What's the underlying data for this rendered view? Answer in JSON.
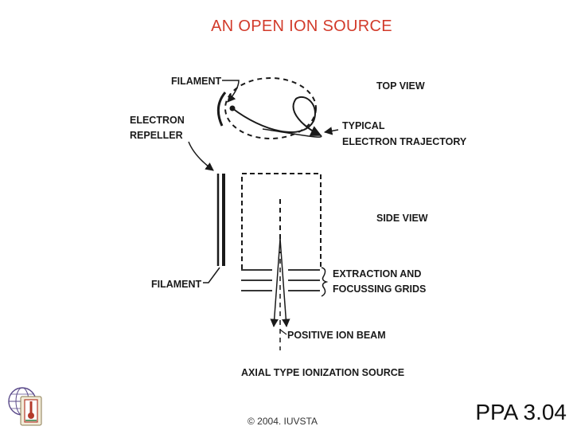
{
  "title": "AN OPEN ION SOURCE",
  "diagram": {
    "labels": {
      "filament_top": "FILAMENT",
      "top_view": "TOP VIEW",
      "electron": "ELECTRON",
      "repeller": "REPELLER",
      "typical": "TYPICAL",
      "electron_trajectory": "ELECTRON TRAJECTORY",
      "side_view": "SIDE VIEW",
      "extraction_and": "EXTRACTION AND",
      "focussing_grids": "FOCUSSING GRIDS",
      "filament_bottom": "FILAMENT",
      "positive_ion_beam": "POSITIVE ION BEAM",
      "caption": "AXIAL TYPE IONIZATION SOURCE"
    }
  },
  "footer": {
    "copyright": "© 2004. IUVSTA",
    "slide_number": "PPA 3.04"
  },
  "colors": {
    "title": "#d23a2a",
    "line": "#1a1a1a"
  },
  "logo": {
    "icon": "iuvsta-globe-logo"
  }
}
